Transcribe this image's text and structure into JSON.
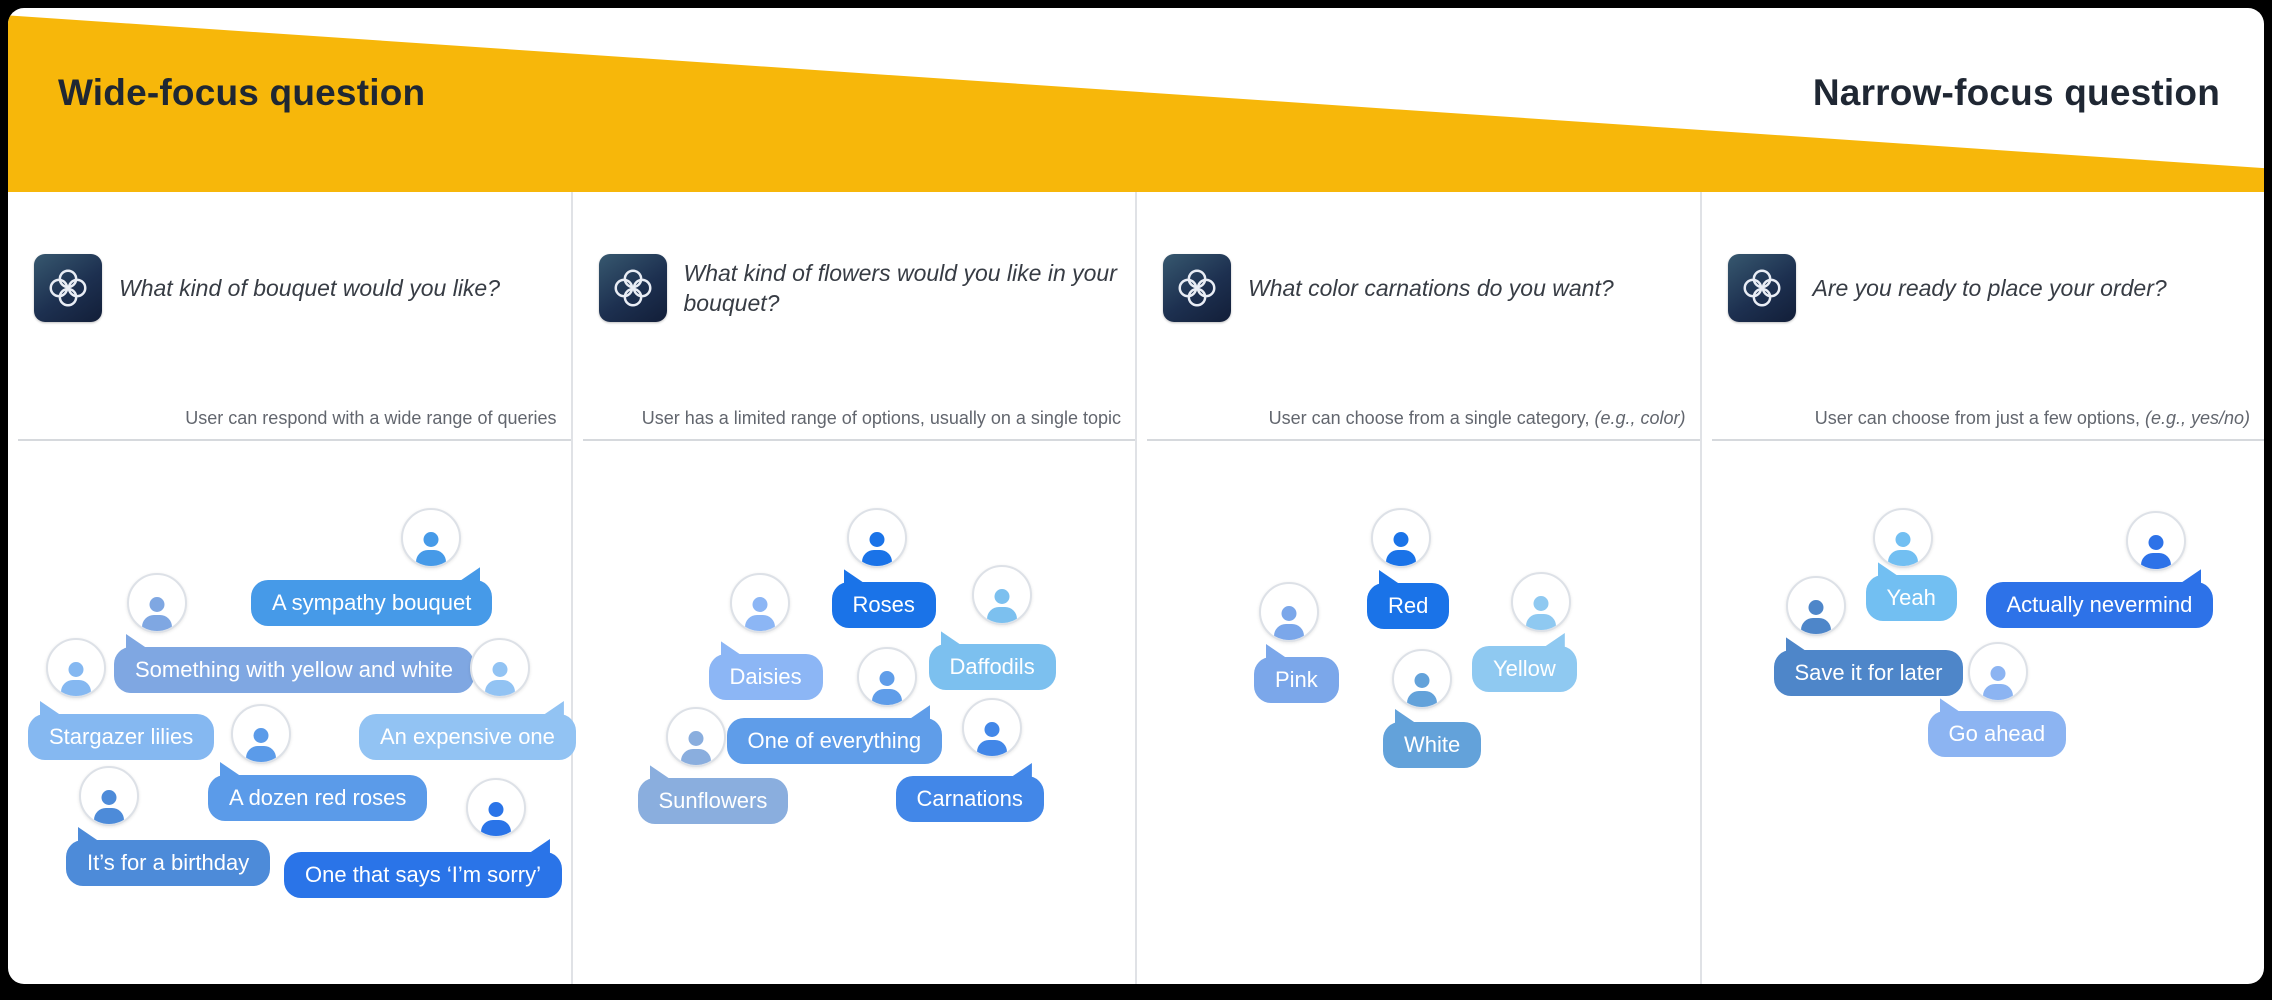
{
  "header": {
    "left_label": "Wide-focus question",
    "right_label": "Narrow-focus question",
    "band_color": "#F7B70A",
    "text_color": "#1F2733"
  },
  "icons": {
    "bot": "flower-knot-icon",
    "user": "person-icon"
  },
  "panels": [
    {
      "question": "What kind of bouquet would you like?",
      "subtitle": "User can respond with a wide range of queries",
      "subtitle_note": "",
      "bubbles": [
        {
          "label": "A sympathy bouquet",
          "color": "#469AE8"
        },
        {
          "label": "Something with yellow and white",
          "color": "#7FA7E2"
        },
        {
          "label": "Stargazer lilies",
          "color": "#85B8F1"
        },
        {
          "label": "An expensive one",
          "color": "#92C3F3"
        },
        {
          "label": "A dozen red roses",
          "color": "#5B9BE9"
        },
        {
          "label": "It’s for a birthday",
          "color": "#4D8BD9"
        },
        {
          "label": "One that says ‘I’m sorry’",
          "color": "#2A74E8"
        }
      ]
    },
    {
      "question": "What kind of flowers would you like in your bouquet?",
      "subtitle": "User has a limited range of options, usually on a single topic",
      "subtitle_note": "",
      "bubbles": [
        {
          "label": "Roses",
          "color": "#1A73E8"
        },
        {
          "label": "Daisies",
          "color": "#8CB6F5"
        },
        {
          "label": "Daffodils",
          "color": "#7CC0EF"
        },
        {
          "label": "One of everything",
          "color": "#5F9DE9"
        },
        {
          "label": "Sunflowers",
          "color": "#8AAEDE"
        },
        {
          "label": "Carnations",
          "color": "#4287E8"
        }
      ]
    },
    {
      "question": "What color carnations do you want?",
      "subtitle": "User can choose from a single category, ",
      "subtitle_note": "(e.g., color)",
      "bubbles": [
        {
          "label": "Red",
          "color": "#1A73E8"
        },
        {
          "label": "Pink",
          "color": "#7BA7EA"
        },
        {
          "label": "Yellow",
          "color": "#8FC9F1"
        },
        {
          "label": "White",
          "color": "#63A2DA"
        }
      ]
    },
    {
      "question": "Are you ready to place your order?",
      "subtitle": "User can choose from just a few options, ",
      "subtitle_note": "(e.g., yes/no)",
      "bubbles": [
        {
          "label": "Yeah",
          "color": "#72BFF2"
        },
        {
          "label": "Actually nevermind",
          "color": "#2D72E8"
        },
        {
          "label": "Save it for later",
          "color": "#4E86C9"
        },
        {
          "label": "Go ahead",
          "color": "#8CB4F2"
        }
      ]
    }
  ]
}
